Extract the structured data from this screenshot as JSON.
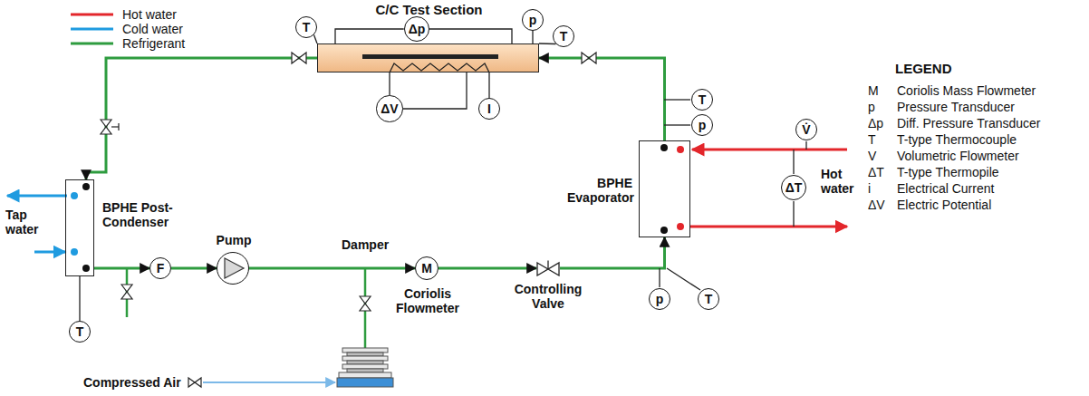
{
  "diagram": {
    "nodes": [
      {
        "text": [
          "C/C Test Section"
        ]
      },
      {
        "text": [
          "T"
        ]
      },
      {
        "text": [
          "Δp"
        ]
      },
      {
        "text": [
          "p"
        ]
      },
      {
        "text": [
          "T"
        ]
      },
      {
        "text": [
          "ΔV"
        ]
      },
      {
        "text": [
          "I"
        ]
      },
      {
        "text": [
          "T"
        ]
      },
      {
        "text": [
          "p"
        ]
      },
      {
        "text": [
          "V̇"
        ]
      },
      {
        "text": [
          "BPHE Evaporator"
        ]
      },
      {
        "text": [
          "ΔT"
        ]
      },
      {
        "text": [
          "BPHE Post-Condenser"
        ]
      },
      {
        "text": [
          "T"
        ]
      },
      {
        "text": [
          "F"
        ]
      },
      {
        "text": [
          "Pump"
        ]
      },
      {
        "text": [
          "M",
          "Coriolis Flowmeter"
        ]
      },
      {
        "text": [
          "Controlling Valve"
        ]
      },
      {
        "text": [
          "p"
        ]
      },
      {
        "text": [
          "T"
        ]
      }
    ],
    "edges": [
      {
        "from": 10,
        "to": 0,
        "arrow": "to"
      },
      {
        "from": 0,
        "to": 12,
        "arrow": "to"
      },
      {
        "from": 12,
        "to": 14,
        "arrow": "to"
      },
      {
        "from": 14,
        "to": 15,
        "arrow": "to"
      },
      {
        "from": 15,
        "to": 16,
        "arrow": "to"
      },
      {
        "from": 16,
        "to": 17,
        "arrow": "to"
      },
      {
        "from": 17,
        "to": 10,
        "arrow": "to"
      },
      {
        "from": 1,
        "to": 0,
        "arrow": "none"
      },
      {
        "from": 2,
        "to": 0,
        "arrow": "none"
      },
      {
        "from": 3,
        "to": 0,
        "arrow": "none"
      },
      {
        "from": 4,
        "to": 0,
        "arrow": "none"
      },
      {
        "from": 5,
        "to": 0,
        "arrow": "none"
      },
      {
        "from": 6,
        "to": 0,
        "arrow": "none"
      },
      {
        "from": 12,
        "to": 13,
        "arrow": "none"
      }
    ],
    "labels": [
      "Hot water",
      "Tap water",
      "Damper",
      "Compressed Air",
      "LEGEND",
      "M",
      "p",
      "Δp",
      "T",
      "V",
      "ΔT",
      "i",
      "ΔV"
    ],
    "legend": [
      {
        "text": "Hot water"
      },
      {
        "text": "Cold water"
      },
      {
        "text": "Refrigerant"
      },
      {
        "text": "Coriolis Mass Flowmeter"
      },
      {
        "text": "Pressure Transducer"
      },
      {
        "text": "Diff. Pressure Transducer"
      },
      {
        "text": "T-type Thermocouple"
      },
      {
        "text": "Volumetric Flowmeter"
      },
      {
        "text": "T-type Thermopile"
      },
      {
        "text": "Electrical Current"
      },
      {
        "text": "Electric Potential"
      }
    ]
  }
}
